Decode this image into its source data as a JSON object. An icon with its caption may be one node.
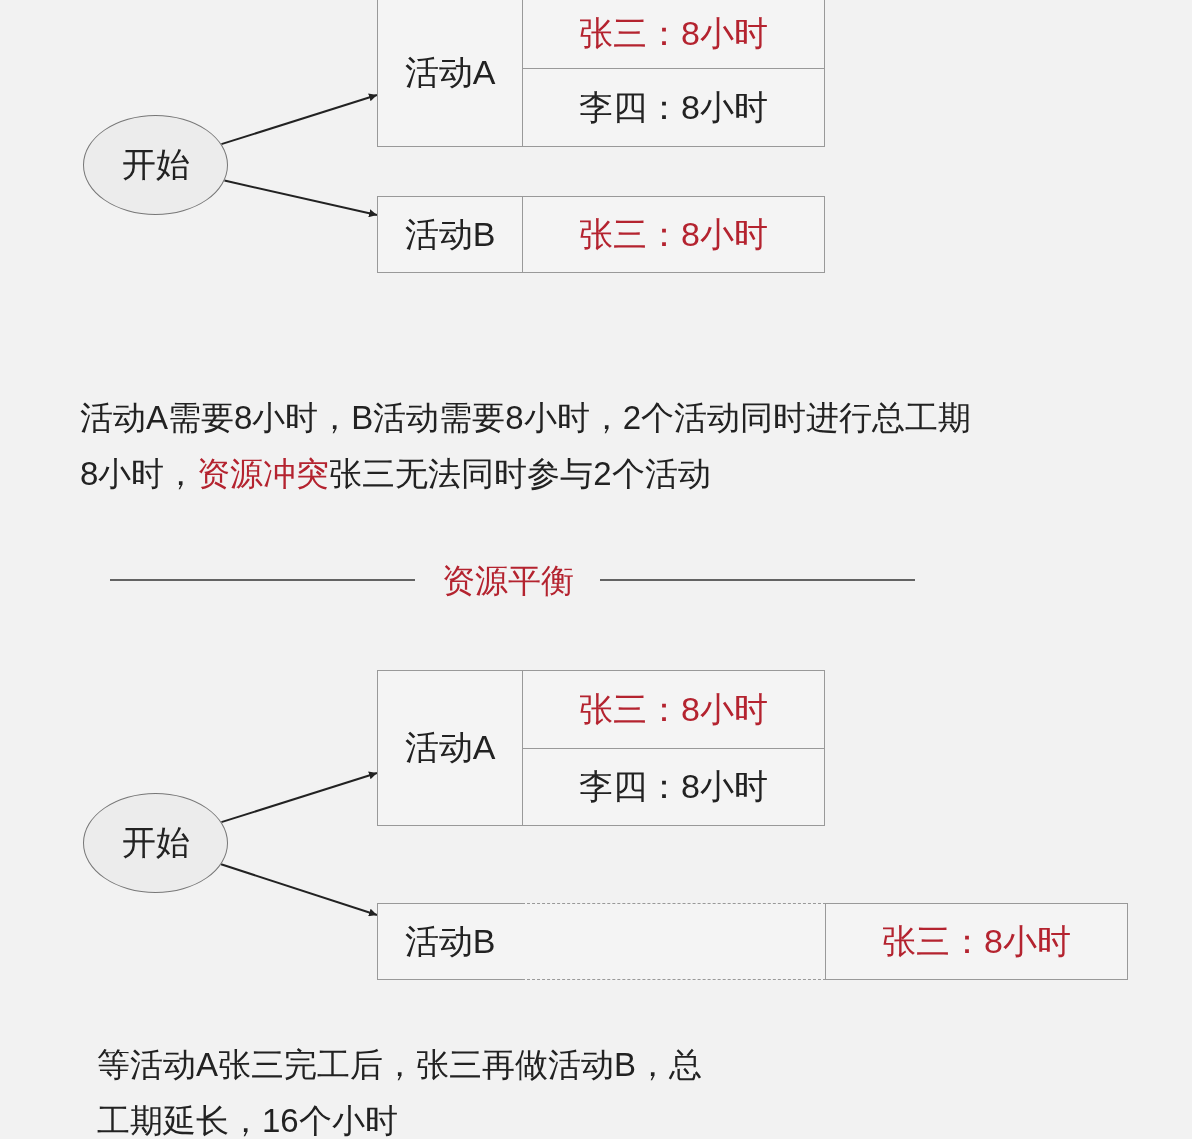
{
  "diagram": {
    "nodes": [
      {
        "text": [
          "开始"
        ]
      },
      {
        "text": [
          "活动A"
        ]
      },
      {
        "text": [
          "张三：8小时"
        ]
      },
      {
        "text": [
          "李四：8小时"
        ]
      },
      {
        "text": [
          "活动B"
        ]
      },
      {
        "text": [
          "张三：8小时"
        ]
      },
      {
        "text": [
          "开始"
        ]
      },
      {
        "text": [
          "活动A"
        ]
      },
      {
        "text": [
          "张三：8小时"
        ]
      },
      {
        "text": [
          "李四：8小时"
        ]
      },
      {
        "text": [
          "活动B"
        ]
      },
      {
        "text": [],
        "shape": "box"
      },
      {
        "text": [
          "张三：8小时"
        ]
      }
    ],
    "edges": [
      {
        "from": 0,
        "to": 1,
        "arrow": "to"
      },
      {
        "from": 0,
        "to": 4,
        "arrow": "to"
      },
      {
        "from": 6,
        "to": 7,
        "arrow": "to"
      },
      {
        "from": 6,
        "to": 10,
        "arrow": "to"
      }
    ],
    "labels": [
      "活动A需要8小时，B活动需要8小时，2个活动同时进行总工期8小时，**资源冲突**张三无法同时参与2个活动",
      "资源平衡",
      "等活动A张三完工后，张三再做活动B，总工期延长，16个小时"
    ]
  }
}
